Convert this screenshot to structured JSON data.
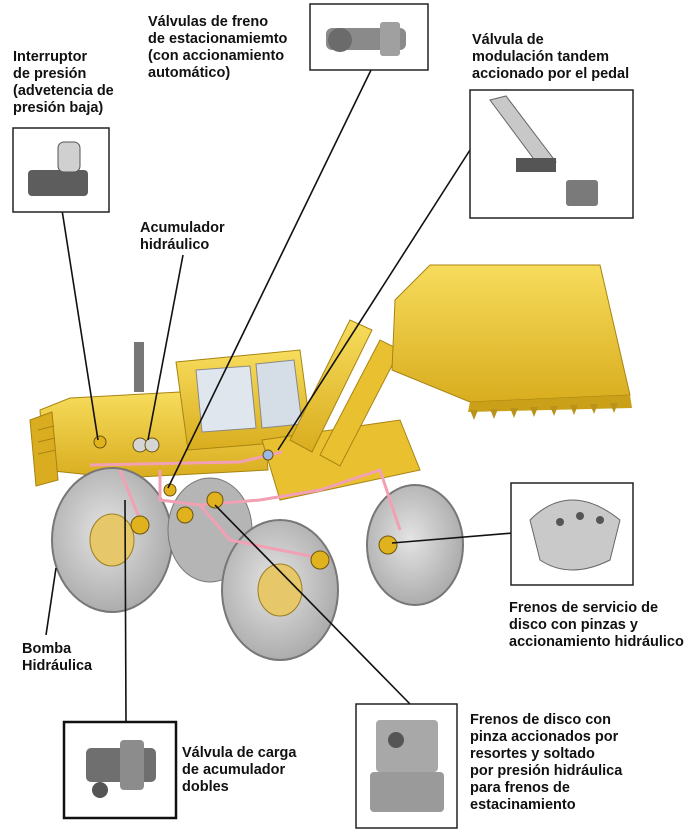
{
  "colors": {
    "machine_yellow": "#f0cc3a",
    "machine_yellow_dark": "#c9a017",
    "tire": "#c9c9c9",
    "tire_dark": "#8a8a8a",
    "hydraulic_line": "#f2a0b4",
    "leader_line": "#111111"
  },
  "labels": {
    "pressure_switch": "Interruptor\nde presión\n(advetencia de\npresión baja)",
    "parking_valves": "Válvulas de freno\nde estacionamiemto\n(con accionamiento\nautomático)",
    "tandem_valve": "Válvula de\nmodulación tandem\naccionado por el pedal",
    "accumulator": "Acumulador\nhidráulico",
    "service_brakes": "Frenos de servicio de\ndisco con pinzas y\naccionamiento hidráulico",
    "pump": "Bomba\nHidráulica",
    "charge_valve": "Válvula de carga\nde acumulador\ndobles",
    "spring_brakes": "Frenos de disco con\npinza accionados por\nresortes y soltado\npor presión hidráulica\npara frenos de\nestacinamiento"
  }
}
